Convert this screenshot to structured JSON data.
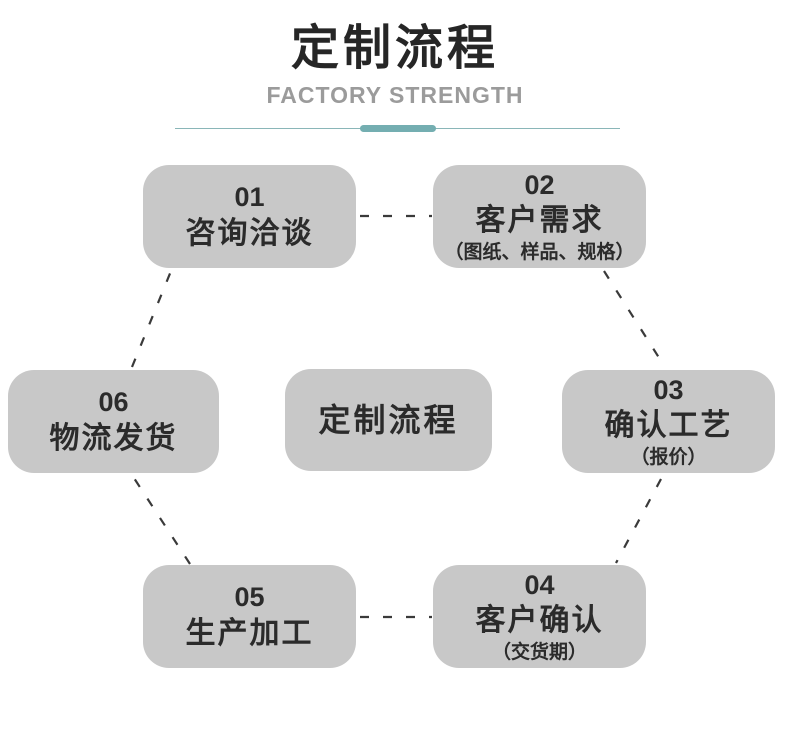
{
  "header": {
    "title": "定制流程",
    "subtitle": "FACTORY STRENGTH"
  },
  "center": {
    "label": "定制流程"
  },
  "steps": [
    {
      "num": "01",
      "label": "咨询洽谈",
      "sub": ""
    },
    {
      "num": "02",
      "label": "客户需求",
      "sub": "（图纸、样品、规格）"
    },
    {
      "num": "03",
      "label": "确认工艺",
      "sub": "（报价）"
    },
    {
      "num": "04",
      "label": "客户确认",
      "sub": "（交货期）"
    },
    {
      "num": "05",
      "label": "生产加工",
      "sub": ""
    },
    {
      "num": "06",
      "label": "物流发货",
      "sub": ""
    }
  ],
  "colors": {
    "box_fill": "#c8c8c8",
    "accent_teal": "#74aeb1",
    "title_text": "#262626",
    "subtitle_text": "#9b9b9b",
    "box_text": "#2b2b2b",
    "connector": "#3a3a3a"
  }
}
